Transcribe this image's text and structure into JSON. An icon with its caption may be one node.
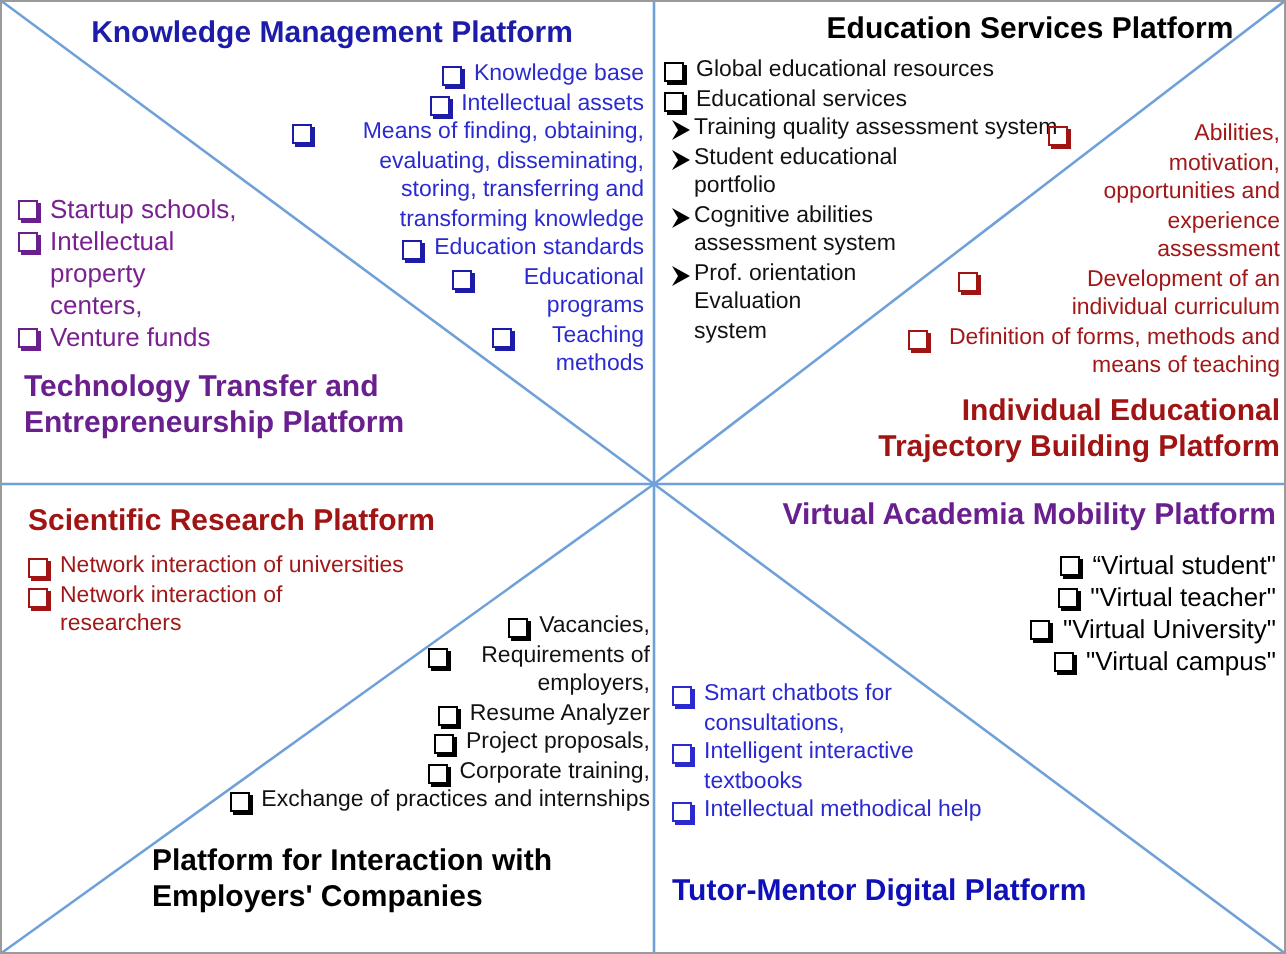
{
  "diagram": {
    "nodes": [
      {
        "text": [
          "Knowledge Management Platform",
          "Knowledge base",
          "Intellectual assets",
          "Means of finding, obtaining, evaluating, disseminating, storing, transferring and transforming knowledge",
          "Education standards",
          "Educational programs",
          "Teaching methods"
        ]
      },
      {
        "text": [
          "Education Services Platform",
          "Global educational resources",
          "Educational services",
          "Training quality assessment system",
          "Student educational portfolio",
          "Cognitive abilities assessment system",
          "Prof. orientation Evaluation system"
        ]
      },
      {
        "text": [
          "Startup schools,",
          "Intellectual property centers,",
          "Venture funds",
          "Technology Transfer and Entrepreneurship Platform"
        ]
      },
      {
        "text": [
          "Abilities, motivation, opportunities and experience assessment",
          "Development of an individual curriculum",
          "Definition of forms, methods and means of teaching",
          "Individual Educational Trajectory Building Platform"
        ]
      },
      {
        "text": [
          "Scientific Research Platform",
          "Network interaction of universities",
          "Network interaction of researchers"
        ]
      },
      {
        "text": [
          "Virtual Academia Mobility Platform",
          "“Virtual student\"",
          "\"Virtual teacher\"",
          "\"Virtual University\"",
          "\"Virtual campus\""
        ]
      },
      {
        "text": [
          "Vacancies,",
          "Requirements of employers,",
          "Resume Analyzer",
          "Project proposals,",
          "Corporate training,",
          "Exchange of practices and internships",
          "Platform for Interaction with Employers' Companies"
        ]
      },
      {
        "text": [
          "Smart chatbots for consultations,",
          "Intelligent interactive textbooks",
          "Intellectual methodical help",
          "Tutor-Mentor Digital Platform"
        ]
      }
    ]
  }
}
